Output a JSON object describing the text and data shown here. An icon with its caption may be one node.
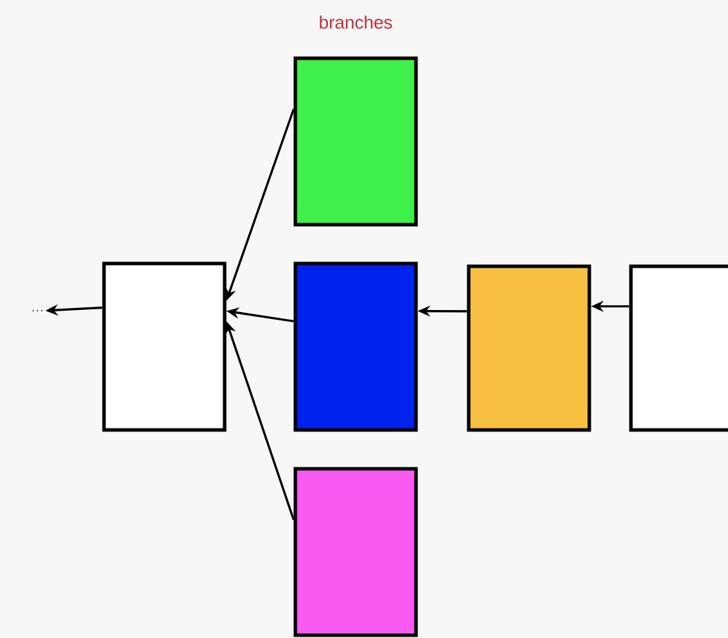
{
  "diagram": {
    "nodes": [
      {
        "text": [
          "..."
        ]
      },
      {
        "text": [],
        "shape": "box"
      },
      {
        "text": [],
        "shape": "box"
      },
      {
        "text": [],
        "shape": "box"
      },
      {
        "text": [],
        "shape": "box"
      },
      {
        "text": [],
        "shape": "box"
      },
      {
        "text": [],
        "shape": "box"
      }
    ],
    "edges": [
      {
        "from": 6,
        "to": 5,
        "arrow": "to"
      },
      {
        "from": 5,
        "to": 3,
        "arrow": "to"
      },
      {
        "from": 2,
        "to": 1,
        "arrow": "to"
      },
      {
        "from": 3,
        "to": 1,
        "arrow": "to"
      },
      {
        "from": 4,
        "to": 1,
        "arrow": "to"
      },
      {
        "from": 1,
        "to": 0,
        "arrow": "to"
      }
    ],
    "labels": [
      "branches"
    ]
  }
}
